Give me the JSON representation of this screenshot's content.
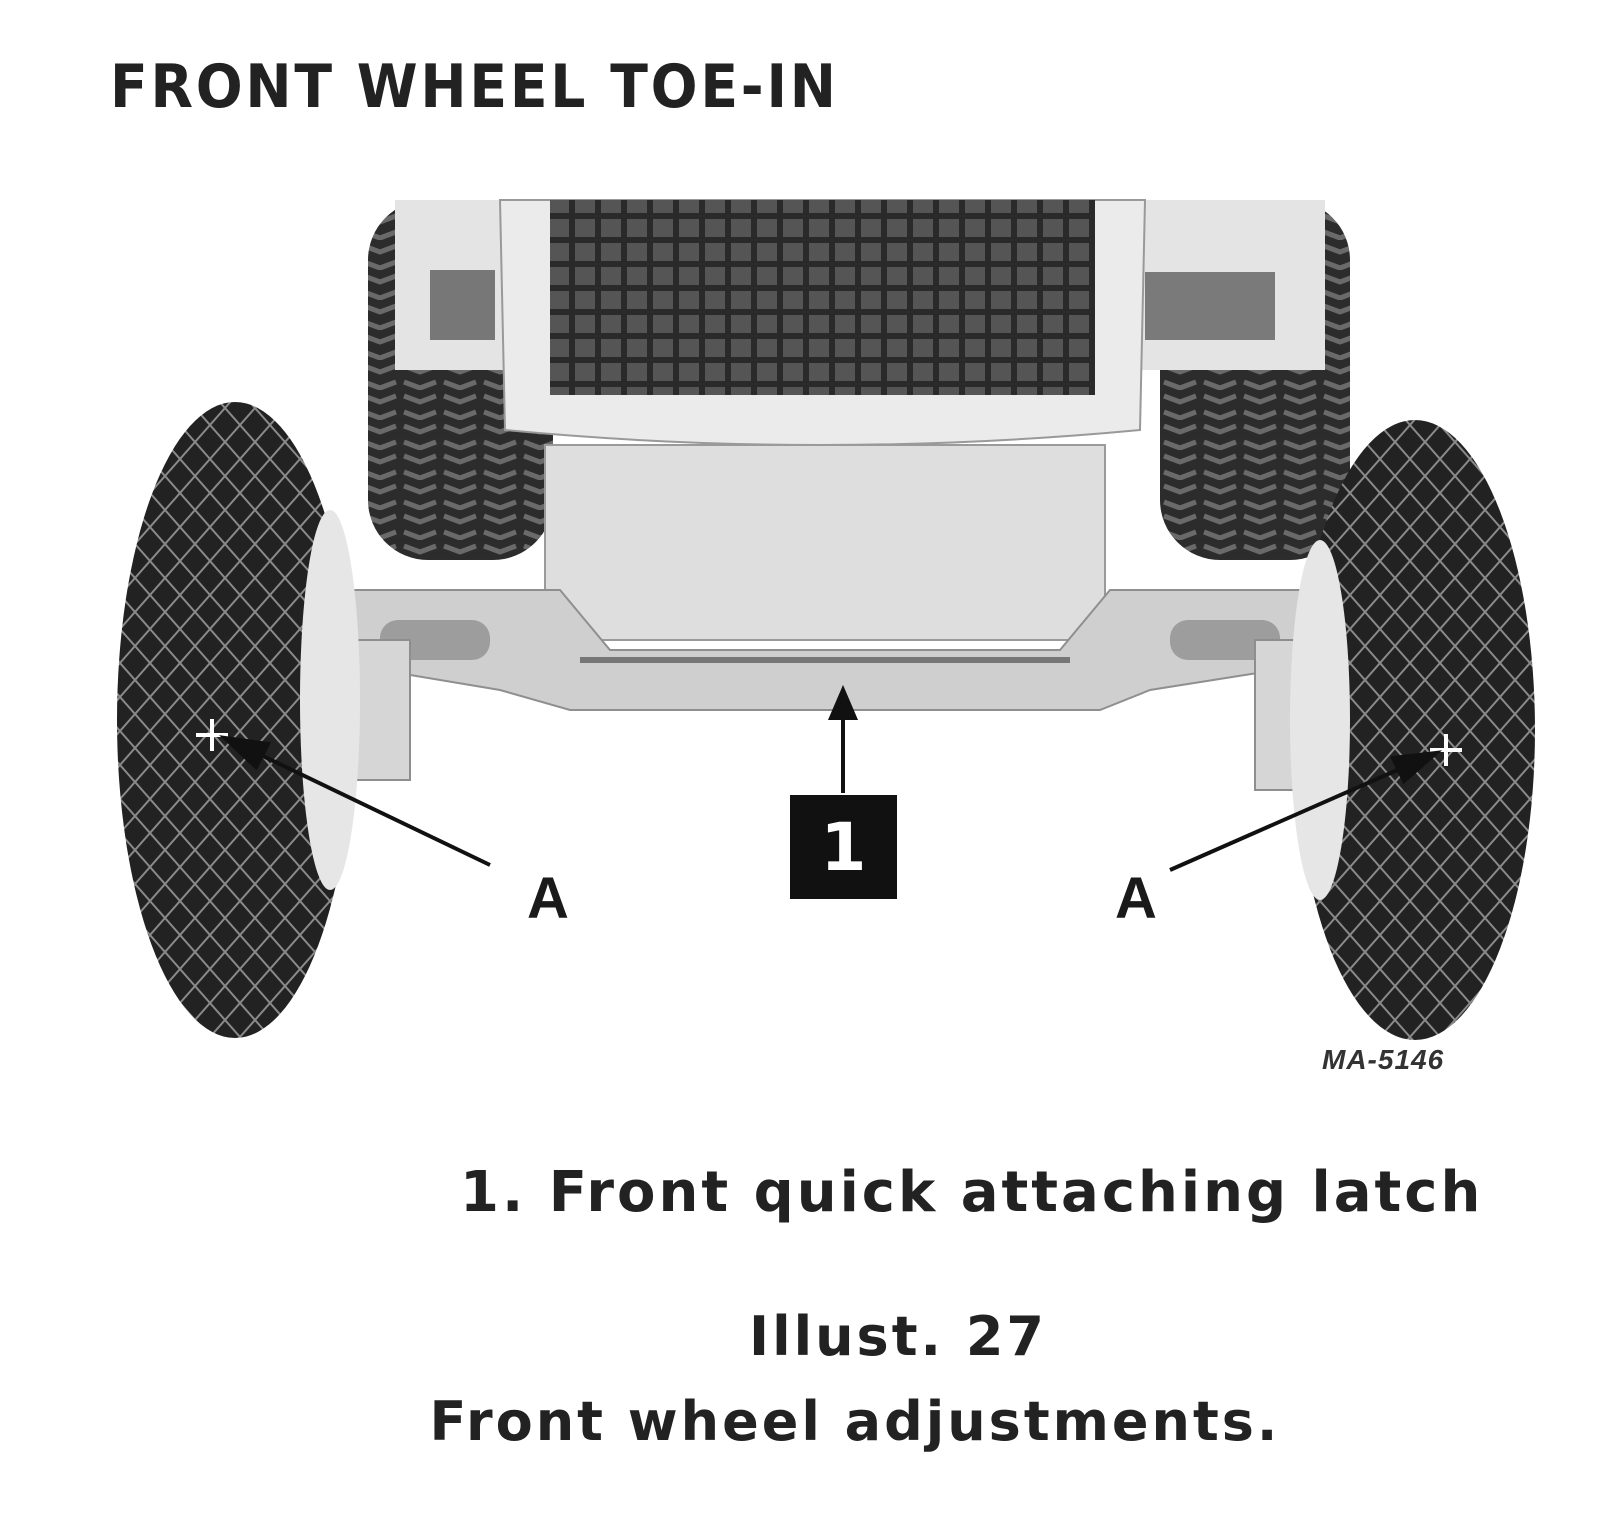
{
  "page": {
    "heading": "FRONT WHEEL TOE-IN"
  },
  "figure": {
    "callout_left": "A",
    "callout_right": "A",
    "callout_number": "1",
    "image_code": "MA-5146"
  },
  "legend": {
    "item_1": "1. Front quick attaching latch"
  },
  "caption": {
    "illust_number": "Illust. 27",
    "caption_text": "Front wheel adjustments."
  }
}
